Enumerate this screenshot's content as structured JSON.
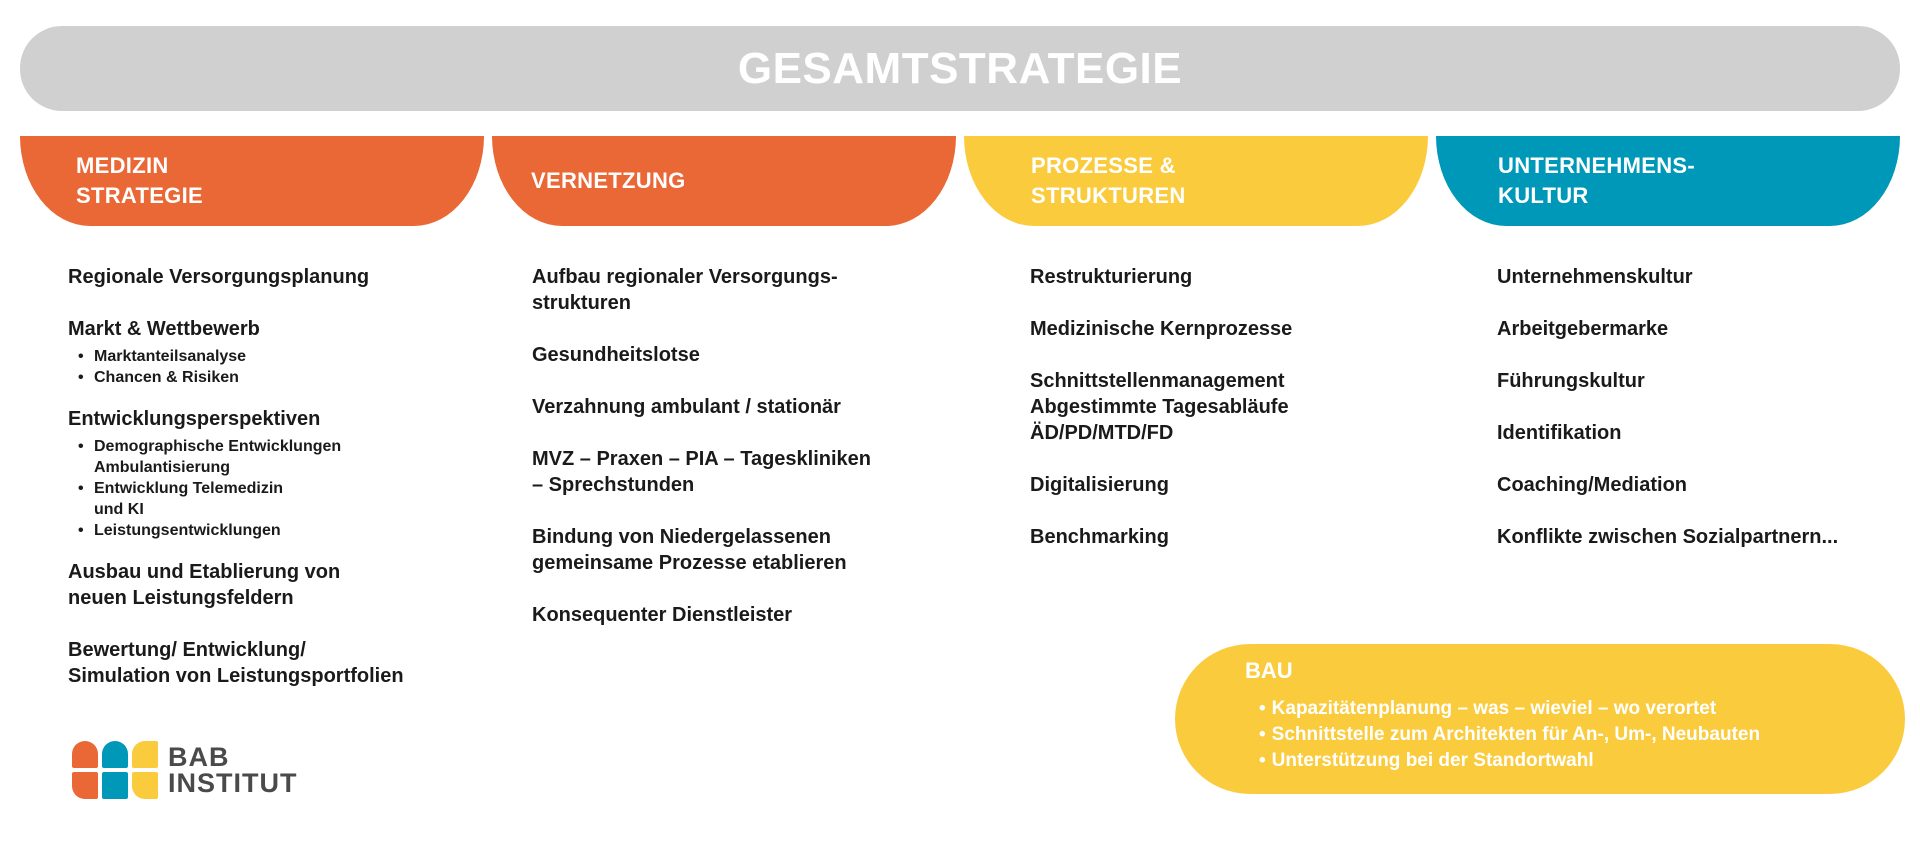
{
  "title": "GESAMTSTRATEGIE",
  "colors": {
    "title_pill": "#d0d0d0",
    "orange": "#EA6736",
    "yellow": "#FBCB3E",
    "teal": "#0098B9",
    "text": "#1a1a1a",
    "logo_text": "#4a4a4a"
  },
  "columns": [
    {
      "header": "MEDIZIN\nSTRATEGIE",
      "color": "#EA6736",
      "items": [
        {
          "text": "Regionale Versorgungsplanung",
          "sub": []
        },
        {
          "text": "Markt & Wettbewerb",
          "sub": [
            "Marktanteilsanalyse",
            "Chancen & Risiken"
          ]
        },
        {
          "text": "Entwicklungsperspektiven",
          "sub": [
            "Demographische Entwicklungen\nAmbulantisierung",
            "Entwicklung Telemedizin\nund KI",
            "Leistungsentwicklungen"
          ]
        },
        {
          "text": "Ausbau und Etablierung von\nneuen Leistungsfeldern",
          "sub": []
        },
        {
          "text": "Bewertung/ Entwicklung/\nSimulation von Leistungsportfolien",
          "sub": []
        }
      ]
    },
    {
      "header": "VERNETZUNG",
      "color": "#EA6736",
      "items": [
        {
          "text": "Aufbau regionaler Versorgungs-\nstrukturen"
        },
        {
          "text": "Gesundheitslotse"
        },
        {
          "text": "Verzahnung ambulant / stationär"
        },
        {
          "text": "MVZ – Praxen – PIA – Tageskliniken\n– Sprechstunden"
        },
        {
          "text": "Bindung von Niedergelassenen\ngemeinsame Prozesse etablieren"
        },
        {
          "text": "Konsequenter Dienstleister"
        }
      ]
    },
    {
      "header": "PROZESSE &\nSTRUKTUREN",
      "color": "#FBCB3E",
      "items": [
        {
          "text": "Restrukturierung"
        },
        {
          "text": "Medizinische Kernprozesse"
        },
        {
          "text": "Schnittstellenmanagement\nAbgestimmte Tagesabläufe\nÄD/PD/MTD/FD"
        },
        {
          "text": "Digitalisierung"
        },
        {
          "text": "Benchmarking"
        }
      ]
    },
    {
      "header": "UNTERNEHMENS-\nKULTUR",
      "color": "#0098B9",
      "items": [
        {
          "text": "Unternehmenskultur"
        },
        {
          "text": "Arbeitgebermarke"
        },
        {
          "text": "Führungskultur"
        },
        {
          "text": "Identifikation"
        },
        {
          "text": "Coaching/Mediation"
        },
        {
          "text": "Konflikte zwischen Sozialpartnern..."
        }
      ]
    }
  ],
  "bau": {
    "title": "BAU",
    "items": [
      "Kapazitätenplanung – was – wieviel – wo verortet",
      "Schnittstelle zum Architekten für An-, Um-, Neubauten",
      "Unterstützung bei der Standortwahl"
    ]
  },
  "logo": {
    "text": "BAB\nINSTITUT"
  }
}
